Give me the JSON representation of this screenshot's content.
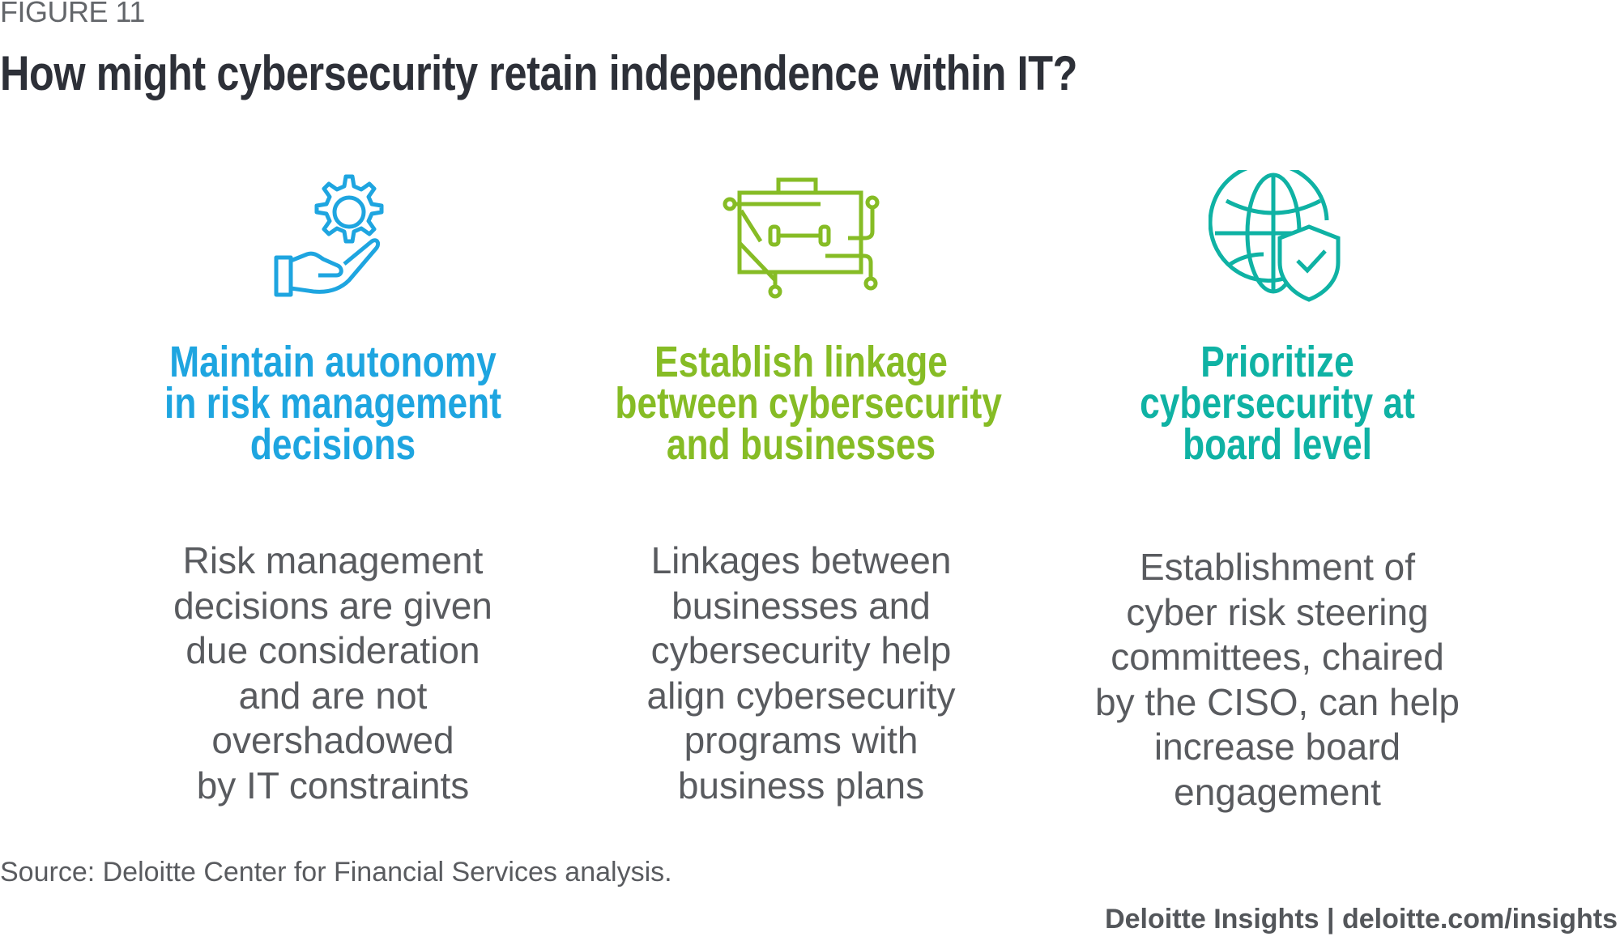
{
  "figure_label": "FIGURE 11",
  "title": "How might cybersecurity retain independence within IT?",
  "columns": [
    {
      "icon": "hand-gear-icon",
      "color": "#1ea5e0",
      "heading": [
        "Maintain autonomy",
        "in risk management",
        "decisions"
      ],
      "body": [
        "Risk management",
        "decisions are given",
        "due consideration",
        "and are not",
        "overshadowed",
        "by IT constraints"
      ]
    },
    {
      "icon": "circuit-briefcase-icon",
      "color": "#86bc25",
      "heading": [
        "Establish linkage",
        "between cybersecurity",
        "and businesses"
      ],
      "body": [
        "Linkages between",
        "businesses and",
        "cybersecurity help",
        "align cybersecurity",
        "programs with",
        "business plans"
      ]
    },
    {
      "icon": "globe-shield-icon",
      "color": "#0fb2a4",
      "heading": [
        "Prioritize",
        "cybersecurity at",
        "board level"
      ],
      "body": [
        "Establishment of",
        "cyber risk steering",
        "committees, chaired",
        "by the CISO, can help",
        "increase board",
        "engagement"
      ]
    }
  ],
  "source": "Source: Deloitte Center for Financial Services analysis.",
  "footer": "Deloitte Insights | deloitte.com/insights"
}
